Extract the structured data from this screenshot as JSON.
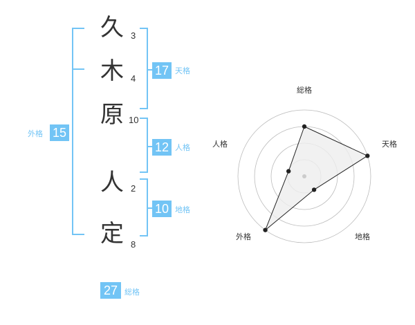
{
  "name": {
    "chars": [
      "久",
      "木",
      "原",
      "人",
      "定"
    ],
    "strokes": [
      "3",
      "4",
      "10",
      "2",
      "8"
    ]
  },
  "kakusu": {
    "tenkaku": {
      "value": "17",
      "label": "天格"
    },
    "jinkaku": {
      "value": "12",
      "label": "人格"
    },
    "chikaku": {
      "value": "10",
      "label": "地格"
    },
    "gaikaku": {
      "value": "15",
      "label": "外格"
    },
    "soukaku": {
      "value": "27",
      "label": "総格"
    }
  },
  "radar": {
    "axes": [
      "総格",
      "天格",
      "地格",
      "外格",
      "人格"
    ],
    "levels": 4,
    "scores": [
      3,
      4,
      1,
      4,
      1
    ],
    "colors": {
      "line": "#222222",
      "fill": "#eeeeee",
      "ring": "#bbbbbb",
      "center": "#cccccc"
    }
  },
  "colors": {
    "accent": "#72c4f5",
    "text": "#333333"
  }
}
